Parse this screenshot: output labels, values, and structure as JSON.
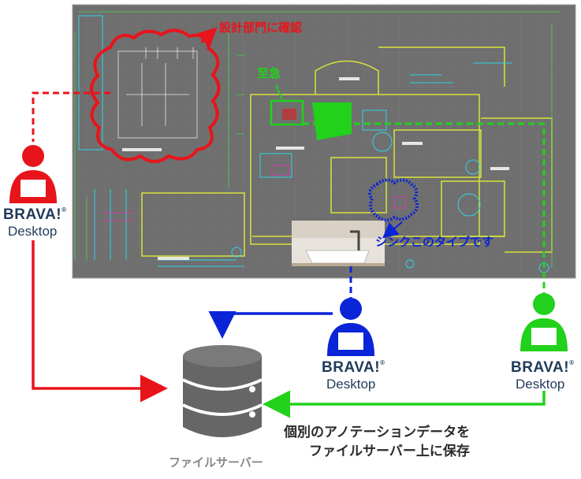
{
  "annotations": {
    "red_note": "設計部門に確認",
    "urgent": "至急",
    "sink_note": "シンクこのタイプです"
  },
  "users": {
    "red": {
      "brand": "BRAVA!",
      "product": "Desktop",
      "reg": "®",
      "color": "#e8141b"
    },
    "blue": {
      "brand": "BRAVA!",
      "product": "Desktop",
      "reg": "®",
      "color": "#0a24d8"
    },
    "green": {
      "brand": "BRAVA!",
      "product": "Desktop",
      "reg": "®",
      "color": "#21d11c"
    }
  },
  "server": {
    "label": "ファイルサーバー",
    "icon": "database-icon"
  },
  "caption": {
    "line1": "個別のアノテーションデータを",
    "line2": "ファイルサーバー上に保存"
  },
  "colors": {
    "cad_background": "#6f6f6f",
    "red": "#e8141b",
    "blue": "#0a24d8",
    "green": "#21d11c",
    "server": "#666666"
  }
}
